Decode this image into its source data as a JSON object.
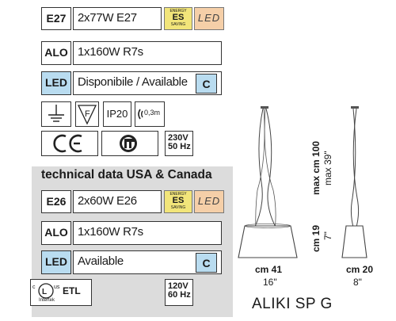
{
  "rows_eu": [
    {
      "code": "E27",
      "value": "2x77W E27",
      "energy_label": "ENERGY",
      "energy_es": "ES",
      "energy_sub": "SAVING",
      "led_badge": "LED"
    },
    {
      "code": "ALO",
      "value": "1x160W R7s"
    },
    {
      "code": "LED",
      "value": "Disponibile / Available",
      "badge": "C"
    }
  ],
  "symbols": {
    "ip": "IP20",
    "distance": "0,3m",
    "voltage_line1": "230V",
    "voltage_line2": "50 Hz"
  },
  "usa": {
    "title": "technical data USA & Canada",
    "rows": [
      {
        "code": "E26",
        "value": "2x60W E26",
        "energy_label": "ENERGY",
        "energy_es": "ES",
        "energy_sub": "SAVING",
        "led_badge": "LED"
      },
      {
        "code": "ALO",
        "value": "1x160W R7s"
      },
      {
        "code": "LED",
        "value": "Available",
        "badge": "C"
      }
    ],
    "cert": {
      "etl": "ETL",
      "us": "us",
      "c": "c",
      "intertek": "Intertek"
    },
    "voltage_line1": "120V",
    "voltage_line2": "60 Hz"
  },
  "drawing": {
    "height_cm": "max cm 100",
    "height_in": "max 39\"",
    "shade_cm": "cm 19",
    "shade_in": "7\"",
    "width_cm": "cm 41",
    "width_in": "16\"",
    "depth_cm": "cm 20",
    "depth_in": "8\""
  },
  "product_name": "ALIKI SP G"
}
